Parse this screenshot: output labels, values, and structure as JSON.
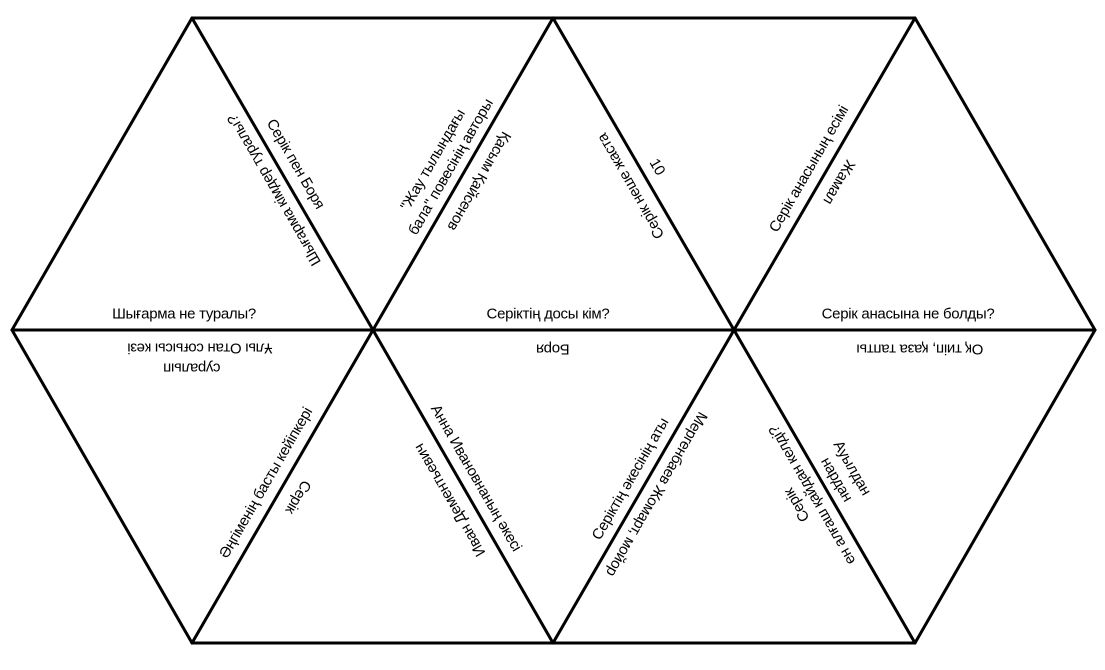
{
  "puzzle": {
    "line_color": "#000000",
    "edges": {
      "e1": {
        "a": "Серік пен Боря",
        "b": "Шығарма кімдер туралы?"
      },
      "e2": {
        "a1": "\"Жау тылындағы",
        "a2": "бала\" повесінің авторы",
        "b": "Қасым Қайсенов"
      },
      "e3": {
        "a": "10",
        "b": "Серік неше жаста"
      },
      "e4": {
        "a": "Серік анасының есімі",
        "b": "Жамал"
      },
      "e5": {
        "top": "Шығарма не туралы?",
        "bottom1": "Ұлы Отан соғысы кезі",
        "bottom2": "суралып"
      },
      "e6": {
        "top": "Серіктің досы кім?",
        "bottom": "Боря"
      },
      "e7": {
        "top": "Серік анасына не болды?",
        "bottom": "Оқ тиіп, қаза тапты"
      },
      "e8": {
        "a": "Әңгіменің басты кейіпкері",
        "b": "Серік"
      },
      "e9": {
        "a": "Анна Ивановнаның әкесі",
        "b": "Иван Дементьевич"
      },
      "e10": {
        "a": "Серіктің әкесінің аты",
        "b": "Мергенбаев Жомарт, мойор"
      },
      "e11": {
        "a1": "Ауылдан",
        "a2": "нардан",
        "b1": "Серік",
        "b2": "ен алғаш қайдан келді?"
      }
    }
  }
}
